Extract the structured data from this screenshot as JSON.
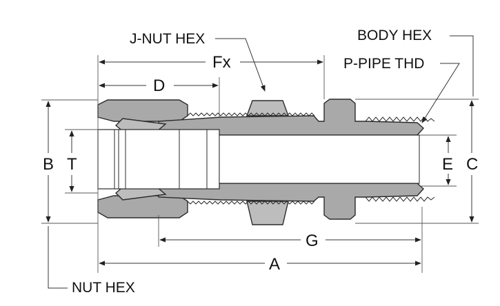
{
  "labels": {
    "j_nut_hex": "J-NUT HEX",
    "body_hex": "BODY HEX",
    "p_pipe_thd": "P-PIPE THD",
    "nut_hex": "NUT HEX",
    "dim_fx": "Fx",
    "dim_d": "D",
    "dim_b": "B",
    "dim_t": "T",
    "dim_e": "E",
    "dim_c": "C",
    "dim_g": "G",
    "dim_a": "A"
  },
  "colors": {
    "metal": "#a9a9a9",
    "metal_light": "#bdbdbd",
    "line": "#2a2a2a",
    "background": "#ffffff"
  }
}
